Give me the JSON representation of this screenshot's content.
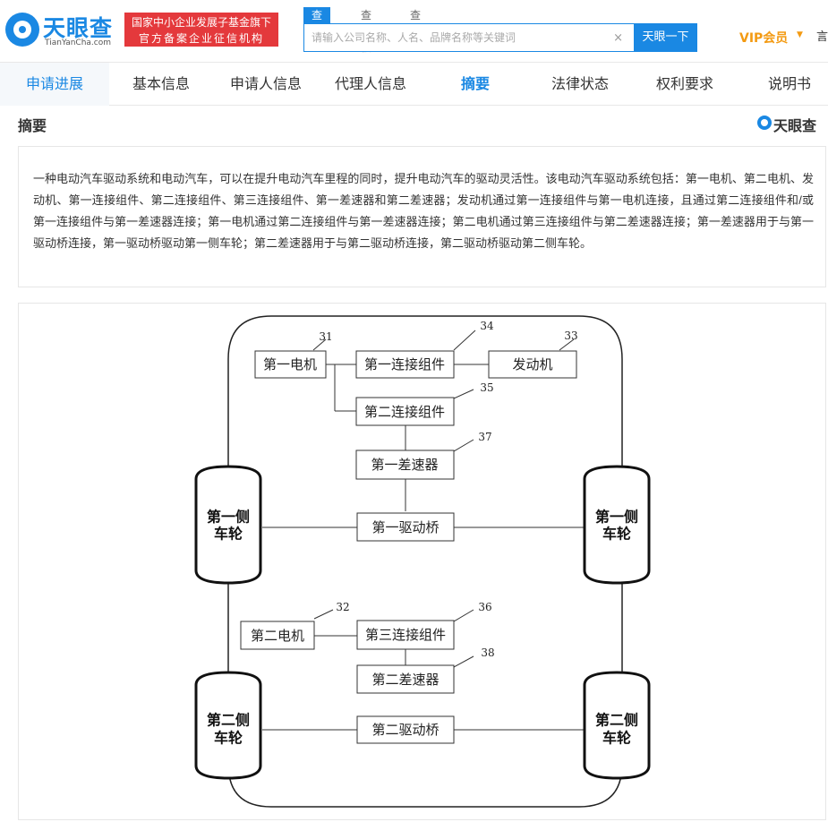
{
  "header": {
    "logo_name": "天眼查",
    "logo_domain": "TianYanCha.com",
    "badge_line1": "国家中小企业发展子基金旗下",
    "badge_line2": "官方备案企业征信机构",
    "search_tabs": [
      "查公司",
      "查老板",
      "查关系"
    ],
    "search_placeholder": "请输入公司名称、人名、品牌名称等关键词",
    "search_button": "天眼一下",
    "vip_label": "VIP会员",
    "cut_text": "言",
    "brand_color": "#1a88e3"
  },
  "tabs": [
    "申请进展",
    "基本信息",
    "申请人信息",
    "代理人信息",
    "摘要",
    "法律状态",
    "权利要求",
    "说明书"
  ],
  "abstract": {
    "title": "摘要",
    "watermark": "天眼查",
    "text": "一种电动汽车驱动系统和电动汽车，可以在提升电动汽车里程的同时，提升电动汽车的驱动灵活性。该电动汽车驱动系统包括：第一电机、第二电机、发动机、第一连接组件、第二连接组件、第三连接组件、第一差速器和第二差速器；发动机通过第一连接组件与第一电机连接，且通过第二连接组件和/或第一连接组件与第一差速器连接；第一电机通过第二连接组件与第一差速器连接；第二电机通过第三连接组件与第二差速器连接；第一差速器用于与第一驱动桥连接，第一驱动桥驱动第一侧车轮；第二差速器用于与第二驱动桥连接，第二驱动桥驱动第二侧车轮。"
  },
  "diagram": {
    "first_motor": "第一电机",
    "first_connector": "第一连接组件",
    "engine": "发动机",
    "second_connector": "第二连接组件",
    "first_diff": "第一差速器",
    "first_axle": "第一驱动桥",
    "second_motor": "第二电机",
    "third_connector": "第三连接组件",
    "second_diff": "第二差速器",
    "second_axle": "第二驱动桥",
    "wheel_first_l1": "第一侧",
    "wheel_first_l2": "车轮",
    "wheel_second_l1": "第二侧",
    "wheel_second_l2": "车轮",
    "ref_31": "31",
    "ref_32": "32",
    "ref_33": "33",
    "ref_34": "34",
    "ref_35": "35",
    "ref_36": "36",
    "ref_37": "37",
    "ref_38": "38"
  }
}
